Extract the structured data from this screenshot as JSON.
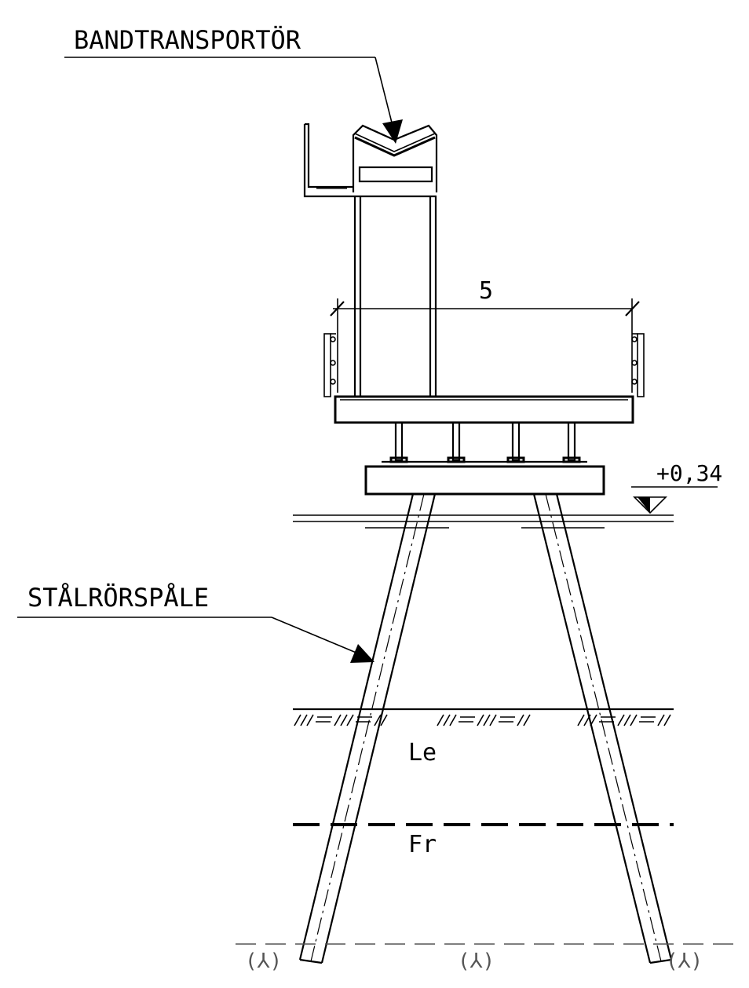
{
  "labels": {
    "conveyor": "BANDTRANSPORTÖR",
    "pile": "STÅLRÖRSPÅLE",
    "dimension": "5",
    "level": "+0,34",
    "soil_upper": "Le",
    "soil_lower": "Fr",
    "rock_symbol": "(⅄)"
  }
}
